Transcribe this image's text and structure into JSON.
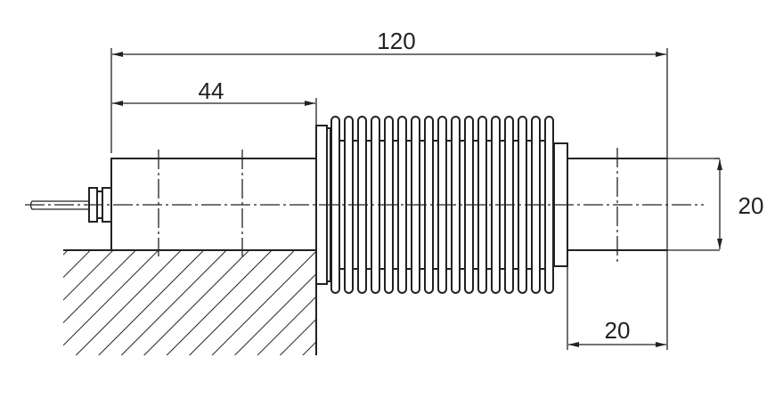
{
  "drawing": {
    "dimensions": {
      "overall_length": "120",
      "body_length": "44",
      "shaft_diameter": "20",
      "shaft_length": "20"
    },
    "bellows_fin_count": 17,
    "line_color": "#222222"
  }
}
